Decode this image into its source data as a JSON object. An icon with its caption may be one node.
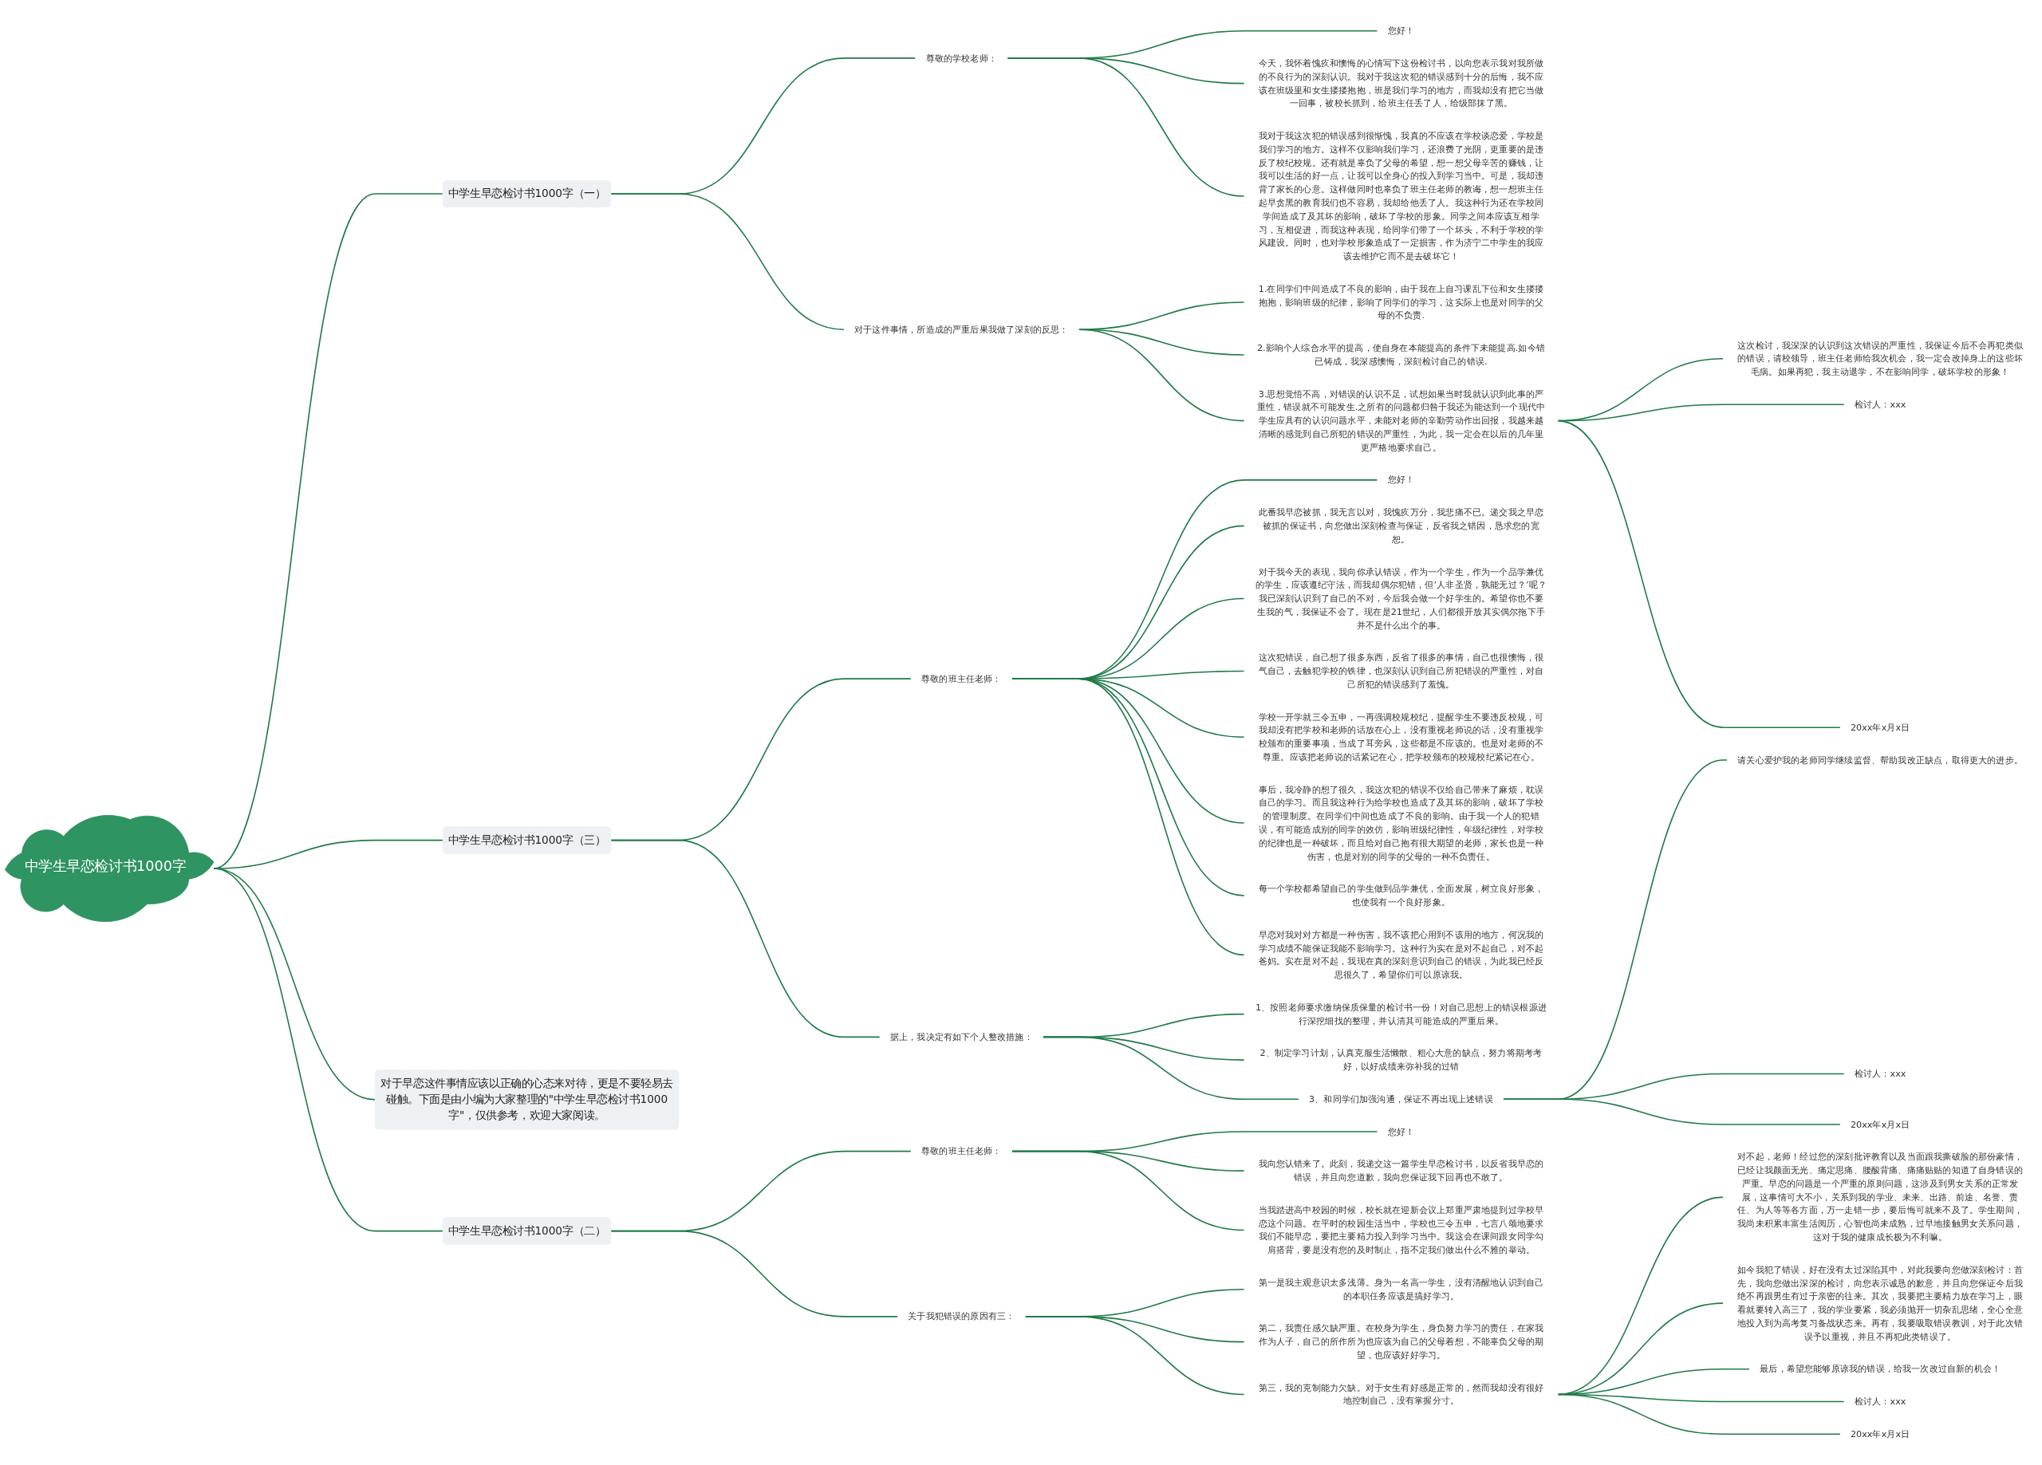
{
  "diagram": {
    "nodes": [
      {
        "text": [
          "中学生早恋检讨书1000字"
        ]
      },
      {
        "text": [
          "中学生早恋检讨书1000字（一）"
        ]
      },
      {
        "text": [
          "尊敬的学校老师："
        ]
      },
      {
        "text": [
          "您好！"
        ]
      },
      {
        "text": [
          "今天，我怀着愧疚和懊悔的心情写下这份检讨书，以向您表示我对我所做的不良行为的深刻认识。我对于我这次犯的错误感到十分的后悔，我不应该在班级里和女生搂搂抱抱，班是我们学习的地方，而我却没有把它当做一回事，被校长抓到，给班主任丢了人，给级部抹了黑。"
        ]
      },
      {
        "text": [
          "我对于我这次犯的错误感到很惭愧，我真的不应该在学校谈恋爱，学校是我们学习的地方。这样不仅影响我们学习，还浪费了光阴，更重要的是违反了校纪校规。还有就是辜负了父母的希望，想一想父母辛苦的赚钱，让我可以生活的好一点，让我可以全身心的投入到学习当中。可是，我却违背了家长的心意。这样做同时也辜负了班主任老师的教诲，想一想班主任起早贪黑的教育我们也不容易，我却给他丢了人。我这种行为还在学校同学间造成了及其坏的影响，破坏了学校的形象。同学之间本应该互相学习，互相促进，而我这种表现，给同学们带了一个坏头，不利于学校的学风建设。同时，也对学校形象造成了一定损害，作为济宁二中学生的我应该去维护它而不是去破坏它！"
        ]
      },
      {
        "text": [
          "对于这件事情，所造成的严重后果我做了深刻的反思："
        ]
      },
      {
        "text": [
          "1.在同学们中间造成了不良的影响，由于我在上自习课乱下位和女生搂搂抱抱，影响班级的纪律，影响了同学们的学习，这实际上也是对同学的父母的不负责."
        ]
      },
      {
        "text": [
          "2.影响个人综合水平的提高，使自身在本能提高的条件下未能提高.如今错已铸成，我深感懊悔，深刻检讨自己的错误."
        ]
      },
      {
        "text": [
          "3.思想觉悟不高，对错误的认识不足，试想如果当时我就认识到此事的严重性，错误就不可能发生.之所有的问题都归咎于我还为能达到一个现代中学生应具有的认识问题水平，未能对老师的辛勤劳动作出回报，我越来越清晰的感觉到自己所犯的错误的严重性，为此，我一定会在以后的几年里更严格地要求自己。"
        ]
      },
      {
        "text": [
          "这次检讨，我深深的认识到这次错误的严重性，我保证今后不会再犯类似的错误，请校领导，班主任老师给我次机会，我一定会改掉身上的这些坏毛病。如果再犯，我主动退学，不在影响同学，破坏学校的形象！"
        ]
      },
      {
        "text": [
          "检讨人：xxx"
        ]
      },
      {
        "text": [
          "20xx年x月x日"
        ]
      },
      {
        "text": [
          "中学生早恋检讨书1000字（三）"
        ]
      },
      {
        "text": [
          "尊敬的班主任老师："
        ]
      },
      {
        "text": [
          "您好！"
        ]
      },
      {
        "text": [
          "此番我早恋被抓，我无言以对，我愧疚万分，我悲痛不已。递交我之早恋被抓的保证书，向您做出深刻检查与保证，反省我之错因，恳求您的宽恕。"
        ]
      },
      {
        "text": [
          "对于我今天的表现，我向你承认错误，作为一个学生，作为一个品学兼优的学生，应该遵纪守法，而我却偶尔犯错，但‘人非圣贤，孰能无过？’呢？我已深刻认识到了自己的不对，今后我会做一个好学生的。希望你也不要生我的气，我保证不会了。现在是21世纪，人们都很开放其实偶尔拖下手并不是什么出个的事。"
        ]
      },
      {
        "text": [
          "这次犯错误，自己想了很多东西，反省了很多的事情，自己也很懊悔，很气自己，去触犯学校的铁律，也深刻认识到自己所犯错误的严重性，对自己所犯的错误感到了羞愧。"
        ]
      },
      {
        "text": [
          "学校一开学就三令五申，一再强调校规校纪，提醒学生不要违反校规，可我却没有把学校和老师的话放在心上，没有重视老师说的话，没有重视学校颁布的重要事项，当成了耳旁风，这些都是不应该的。也是对老师的不尊重。应该把老师说的话紧记在心，把学校颁布的校规校纪紧记在心。"
        ]
      },
      {
        "text": [
          "事后，我冷静的想了很久，我这次犯的错误不仅给自己带来了麻烦，耽误自己的学习。而且我这种行为给学校也造成了及其坏的影响，破坏了学校的管理制度。在同学们中间也造成了不良的影响。由于我一个人的犯错误，有可能造成别的同学的效仿，影响班级纪律性，年级纪律性，对学校的纪律也是一种破坏，而且给对自己抱有很大期望的老师，家长也是一种伤害，也是对别的同学的父母的一种不负责任。"
        ]
      },
      {
        "text": [
          "每一个学校都希望自己的学生做到品学兼优，全面发展，树立良好形象，也使我有一个良好形象。"
        ]
      },
      {
        "text": [
          "早恋对我对对方都是一种伤害，我不该把心用到不该用的地方，何况我的学习成绩不能保证我能不影响学习。这种行为实在是对不起自己，对不起爸妈。实在是对不起，我现在真的深刻意识到自己的错误，为此我已经反思很久了，希望你们可以原谅我。"
        ]
      },
      {
        "text": [
          "据上，我决定有如下个人整改措施："
        ]
      },
      {
        "text": [
          "1、按照老师要求缴纳保质保量的检讨书一份！对自己思想上的错误根源进行深挖细找的整理，并认清其可能造成的严重后果。"
        ]
      },
      {
        "text": [
          "2、制定学习计划，认真克服生活懒散、粗心大意的缺点，努力将期考考好，以好成绩来弥补我的过错"
        ]
      },
      {
        "text": [
          "3、和同学们加强沟通，保证不再出现上述错误"
        ]
      },
      {
        "text": [
          "请关心爱护我的老师同学继续监督、帮助我改正缺点，取得更大的进步。"
        ]
      },
      {
        "text": [
          "检讨人：xxx"
        ]
      },
      {
        "text": [
          "20xx年x月x日"
        ]
      },
      {
        "text": [
          "对于早恋这件事情应该以正确的心态来对待，更是不要轻易去碰触。下面是由小编为大家整理的\"中学生早恋检讨书1000字\"，仅供参考，欢迎大家阅读。"
        ]
      },
      {
        "text": [
          "中学生早恋检讨书1000字（二）"
        ]
      },
      {
        "text": [
          "尊敬的班主任老师："
        ]
      },
      {
        "text": [
          "您好！"
        ]
      },
      {
        "text": [
          "我向您认错来了。此刻，我递交这一篇学生早恋检讨书，以反省我早恋的错误，并且向您道歉，我向您保证我下回再也不敢了。"
        ]
      },
      {
        "text": [
          "当我踏进高中校园的时候，校长就在迎新会议上郑重严肃地提到过学校早恋这个问题。在平时的校园生活当中，学校也三令五申，七言八颂地要求我们不能早恋，要把主要精力投入到学习当中。我这会在课间跟女同学勾肩搭背，要是没有您的及时制止，指不定我们做出什么不雅的举动。"
        ]
      },
      {
        "text": [
          "关于我犯错误的原因有三："
        ]
      },
      {
        "text": [
          "第一是我主观意识太多浅薄。身为一名高一学生，没有清醒地认识到自己的本职任务应该是搞好学习。"
        ]
      },
      {
        "text": [
          "第二，我责任感欠缺严重。在校身为学生，身负努力学习的责任，在家我作为人子，自己的所作所为也应该为自己的父母着想，不能辜负父母的期望，也应该好好学习。"
        ]
      },
      {
        "text": [
          "第三，我的克制能力欠缺。对于女生有好感是正常的，然而我却没有很好地控制自己，没有掌握分寸。"
        ]
      },
      {
        "text": [
          "对不起，老师！经过您的深刻批评教育以及当面跟我撕破脸的那份豪情，已经让我颜面无光、痛定思痛、腰酸背痛、痛痛贴贴的知道了自身错误的严重。早恋的问题是一个严重的原则问题，这涉及到男女关系的正常发展，这事情可大不小，关系到我的学业、未来、出路、前途、名誉、责任、为人等等各方面，万一走错一步，要后悔可就来不及了。学生期间，我尚未积累丰富生活阅历，心智也尚未成熟，过早地接触男女关系问题，这对于我的健康成长极为不利嘛。"
        ]
      },
      {
        "text": [
          "如今我犯了错误，好在没有太过深陷其中，对此我要向您做深刻检讨：首先，我向您做出深深的检讨，向您表示诚恳的歉意，并且向您保证今后我绝不再跟男生有过于亲密的往来。其次，我要把主要精力放在学习上，眼看就要转入高三了，我的学业要紧，我必须抛开一切杂乱思绪，全心全意地投入到为高考复习备战状态来。再有，我要吸取错误教训，对于此次错误予以重视，并且不再犯此类错误了。"
        ]
      },
      {
        "text": [
          "最后，希望您能够原谅我的错误，给我一次改过自新的机会！"
        ]
      },
      {
        "text": [
          "检讨人：xxx"
        ]
      },
      {
        "text": [
          "20xx年x月x日"
        ]
      }
    ],
    "edges": [
      {
        "from": 0,
        "to": 1,
        "arrow": "none"
      },
      {
        "from": 1,
        "to": 2,
        "arrow": "none"
      },
      {
        "from": 2,
        "to": 3,
        "arrow": "none"
      },
      {
        "from": 2,
        "to": 4,
        "arrow": "none"
      },
      {
        "from": 2,
        "to": 5,
        "arrow": "none"
      },
      {
        "from": 1,
        "to": 6,
        "arrow": "none"
      },
      {
        "from": 6,
        "to": 7,
        "arrow": "none"
      },
      {
        "from": 6,
        "to": 8,
        "arrow": "none"
      },
      {
        "from": 6,
        "to": 9,
        "arrow": "none"
      },
      {
        "from": 9,
        "to": 10,
        "arrow": "none"
      },
      {
        "from": 9,
        "to": 11,
        "arrow": "none"
      },
      {
        "from": 9,
        "to": 12,
        "arrow": "none"
      },
      {
        "from": 0,
        "to": 13,
        "arrow": "none"
      },
      {
        "from": 13,
        "to": 14,
        "arrow": "none"
      },
      {
        "from": 14,
        "to": 15,
        "arrow": "none"
      },
      {
        "from": 14,
        "to": 16,
        "arrow": "none"
      },
      {
        "from": 14,
        "to": 17,
        "arrow": "none"
      },
      {
        "from": 14,
        "to": 18,
        "arrow": "none"
      },
      {
        "from": 14,
        "to": 19,
        "arrow": "none"
      },
      {
        "from": 14,
        "to": 20,
        "arrow": "none"
      },
      {
        "from": 14,
        "to": 21,
        "arrow": "none"
      },
      {
        "from": 14,
        "to": 22,
        "arrow": "none"
      },
      {
        "from": 13,
        "to": 23,
        "arrow": "none"
      },
      {
        "from": 23,
        "to": 24,
        "arrow": "none"
      },
      {
        "from": 23,
        "to": 25,
        "arrow": "none"
      },
      {
        "from": 23,
        "to": 26,
        "arrow": "none"
      },
      {
        "from": 26,
        "to": 27,
        "arrow": "none"
      },
      {
        "from": 26,
        "to": 28,
        "arrow": "none"
      },
      {
        "from": 26,
        "to": 29,
        "arrow": "none"
      },
      {
        "from": 0,
        "to": 30,
        "arrow": "none"
      },
      {
        "from": 0,
        "to": 31,
        "arrow": "none"
      },
      {
        "from": 31,
        "to": 32,
        "arrow": "none"
      },
      {
        "from": 32,
        "to": 33,
        "arrow": "none"
      },
      {
        "from": 32,
        "to": 34,
        "arrow": "none"
      },
      {
        "from": 32,
        "to": 35,
        "arrow": "none"
      },
      {
        "from": 31,
        "to": 36,
        "arrow": "none"
      },
      {
        "from": 36,
        "to": 37,
        "arrow": "none"
      },
      {
        "from": 36,
        "to": 38,
        "arrow": "none"
      },
      {
        "from": 36,
        "to": 39,
        "arrow": "none"
      },
      {
        "from": 39,
        "to": 40,
        "arrow": "none"
      },
      {
        "from": 39,
        "to": 41,
        "arrow": "none"
      },
      {
        "from": 39,
        "to": 42,
        "arrow": "none"
      },
      {
        "from": 39,
        "to": 43,
        "arrow": "none"
      },
      {
        "from": 39,
        "to": 44,
        "arrow": "none"
      }
    ]
  }
}
